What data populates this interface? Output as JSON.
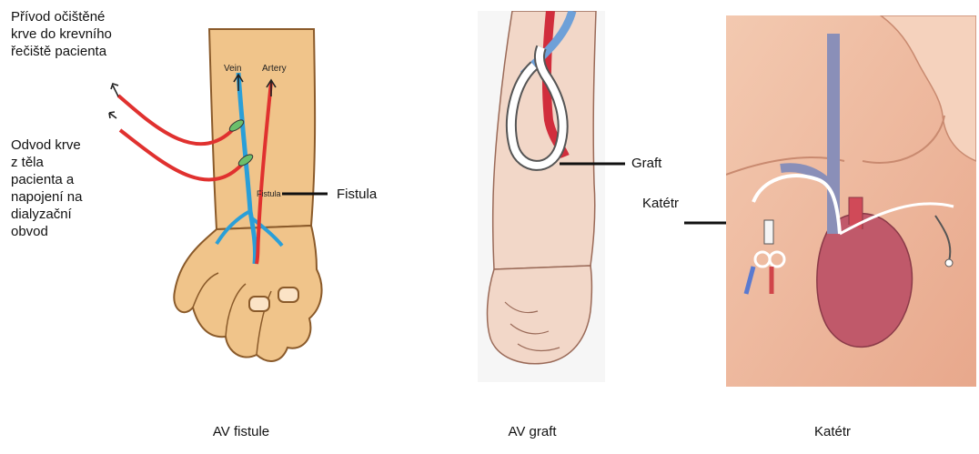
{
  "panels": [
    {
      "id": "av-fistule",
      "caption": "AV fistule",
      "labels": {
        "inflow": "Přívod očištěné\nkrve do krevního\nřečiště pacienta",
        "outflow": "Odvod krve\nz těla\npacienta a\nnapojení na\ndialyzační\nobvod",
        "vein": "Vein",
        "artery": "Artery",
        "fistula_small": "Fistula",
        "fistula": "Fistula"
      },
      "colors": {
        "vein": "#2a9fd8",
        "artery": "#e0312f",
        "skin": "#f0c48a"
      }
    },
    {
      "id": "av-graft",
      "caption": "AV graft",
      "labels": {
        "graft": "Graft"
      }
    },
    {
      "id": "katetr",
      "caption": "Katétr",
      "labels": {
        "catheter": "Katétr"
      }
    }
  ]
}
